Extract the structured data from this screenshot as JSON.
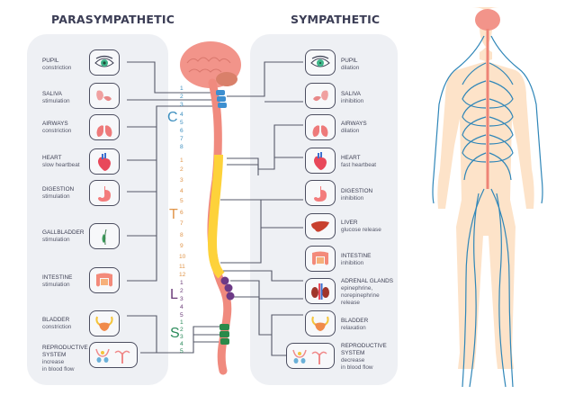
{
  "headings": {
    "parasympathetic": "PARASYMPATHETIC",
    "sympathetic": "SYMPATHETIC"
  },
  "parasympathetic": [
    {
      "title": "PUPIL",
      "effect": "constriction",
      "icon": "eye-icon"
    },
    {
      "title": "SALIVA",
      "effect": "stimulation",
      "icon": "salivary-gland-icon"
    },
    {
      "title": "AIRWAYS",
      "effect": "constriction",
      "icon": "lungs-icon"
    },
    {
      "title": "HEART",
      "effect": "slow heartbeat",
      "icon": "heart-icon"
    },
    {
      "title": "DIGESTION",
      "effect": "stimulation",
      "icon": "stomach-icon"
    },
    {
      "title": "GALLBLADDER",
      "effect": "stimulation",
      "icon": "gallbladder-icon"
    },
    {
      "title": "INTESTINE",
      "effect": "stimulation",
      "icon": "intestine-icon"
    },
    {
      "title": "BLADDER",
      "effect": "constriction",
      "icon": "bladder-icon"
    },
    {
      "title": "REPRODUCTIVE",
      "title2": "SYSTEM",
      "effect": "increase",
      "effect2": "in blood flow",
      "icon": "reproductive-system-icon"
    }
  ],
  "sympathetic": [
    {
      "title": "PUPIL",
      "effect": "dilation",
      "icon": "eye-icon"
    },
    {
      "title": "SALIVA",
      "effect": "inhibition",
      "icon": "salivary-gland-icon"
    },
    {
      "title": "AIRWAYS",
      "effect": "dilation",
      "icon": "lungs-icon"
    },
    {
      "title": "HEART",
      "effect": "fast heartbeat",
      "icon": "heart-icon"
    },
    {
      "title": "DIGESTION",
      "effect": "inhibition",
      "icon": "stomach-icon"
    },
    {
      "title": "LIVER",
      "effect": "glucose release",
      "icon": "liver-icon"
    },
    {
      "title": "INTESTINE",
      "effect": "inhibition",
      "icon": "intestine-icon"
    },
    {
      "title": "ADRENAL GLANDS",
      "effect": "epinephrine,",
      "effect2": "norepinephrine",
      "effect3": "release",
      "icon": "adrenal-glands-icon"
    },
    {
      "title": "BLADDER",
      "effect": "relaxation",
      "icon": "bladder-icon"
    },
    {
      "title": "REPRODUCTIVE",
      "title2": "SYSTEM",
      "effect": "decrease",
      "effect2": "in blood flow",
      "icon": "reproductive-system-icon"
    }
  ],
  "spine": {
    "regions": [
      {
        "letter": "C",
        "color": "#3d8fbf",
        "numbers": [
          "1",
          "2",
          "3",
          "4",
          "5",
          "6",
          "7",
          "8"
        ]
      },
      {
        "letter": "T",
        "color": "#e0954a",
        "numbers": [
          "1",
          "2",
          "3",
          "4",
          "5",
          "6",
          "7",
          "8",
          "9",
          "10",
          "11",
          "12"
        ]
      },
      {
        "letter": "L",
        "color": "#6a3b78",
        "numbers": [
          "1",
          "2",
          "3",
          "4",
          "5"
        ]
      },
      {
        "letter": "S",
        "color": "#2a8a5a",
        "numbers": [
          "1",
          "2",
          "3",
          "4",
          "5"
        ]
      }
    ]
  },
  "colors": {
    "panel": "#eef0f4",
    "connector": "#555868",
    "brain": "#f2948a",
    "cord": "#f08a7e",
    "cervical": "#3d8fd0",
    "thoracic": "#fdd23a",
    "lumbar": "#6d3a86",
    "sacral": "#2a8a4a",
    "nerves": "#2f86b8",
    "skin": "#fde3c9"
  }
}
